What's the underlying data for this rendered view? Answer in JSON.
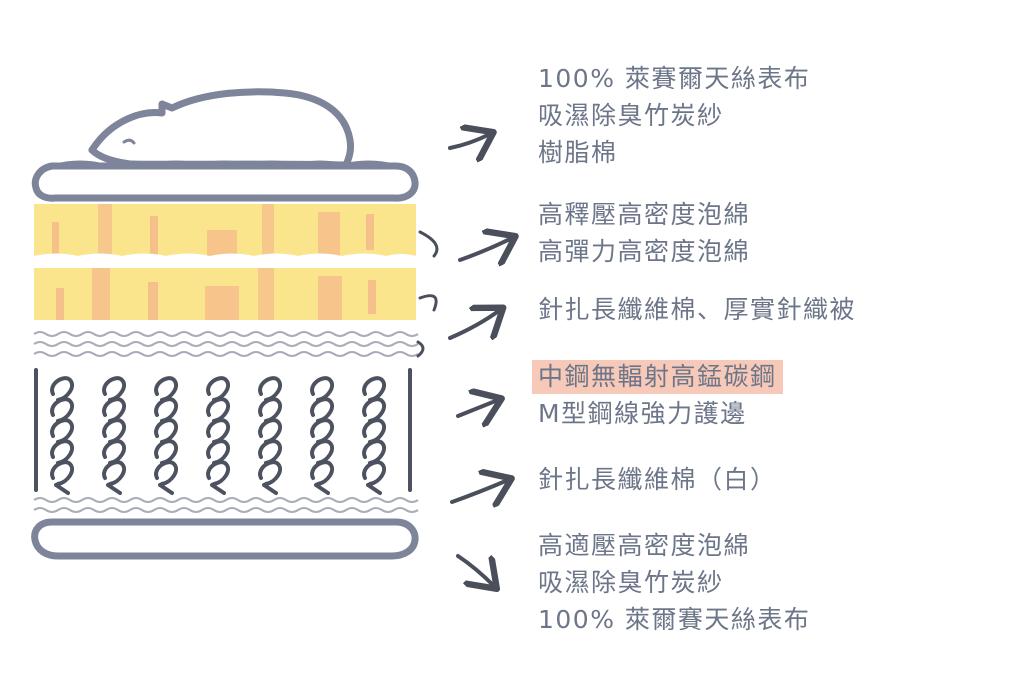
{
  "colors": {
    "outline": "#7e8499",
    "foam_fill": "#fbe58c",
    "foam_accent": "#f6c08b",
    "highlight": "#f7c9b9",
    "text": "#6d7689",
    "arrow": "#4a4f5b"
  },
  "icons": [
    "bear-icon",
    "arrow-icon"
  ],
  "layers": [
    {
      "id": "top-cover",
      "lines": [
        "100% 萊賽爾天絲表布",
        "吸濕除臭竹炭紗",
        "樹脂棉"
      ]
    },
    {
      "id": "foam-layers",
      "lines": [
        "高釋壓高密度泡綿",
        "高彈力高密度泡綿"
      ]
    },
    {
      "id": "fiber-top",
      "lines": [
        "針扎長纖維棉、厚實針織被"
      ]
    },
    {
      "id": "spring-core",
      "lines": [
        "中鋼無輻射高錳碳鋼",
        "M型鋼線強力護邊"
      ],
      "highlight_first": true
    },
    {
      "id": "fiber-bottom",
      "lines": [
        "針扎長纖維棉（白）"
      ]
    },
    {
      "id": "bottom-cover",
      "lines": [
        "高適壓高密度泡綿",
        "吸濕除臭竹炭紗",
        "100% 萊爾賽天絲表布"
      ]
    }
  ]
}
